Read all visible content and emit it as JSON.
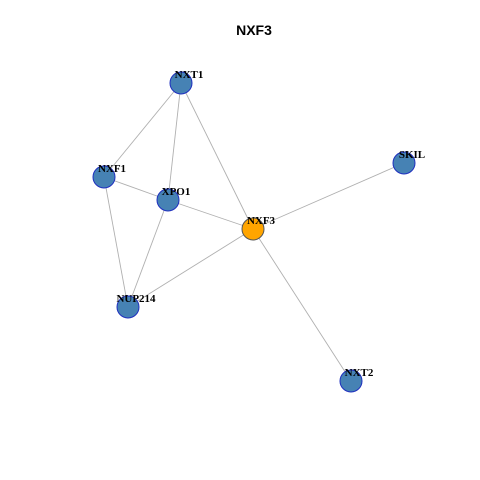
{
  "title": "NXF3",
  "colors": {
    "center_node": "#ffa500",
    "center_stroke": "#555555",
    "neighbor_node": "#4682b4",
    "neighbor_stroke": "#1f2fbf",
    "edge": "#b0b0b0"
  },
  "nodes": [
    {
      "id": "NXT1",
      "label": "NXT1",
      "role": "neighbor"
    },
    {
      "id": "SKIL",
      "label": "SKIL",
      "role": "neighbor"
    },
    {
      "id": "NXF1",
      "label": "NXF1",
      "role": "neighbor"
    },
    {
      "id": "XPO1",
      "label": "XPO1",
      "role": "neighbor"
    },
    {
      "id": "NXF3",
      "label": "NXF3",
      "role": "center"
    },
    {
      "id": "NUP214",
      "label": "NUP214",
      "role": "neighbor"
    },
    {
      "id": "NXT2",
      "label": "NXT2",
      "role": "neighbor"
    }
  ],
  "edges": [
    [
      "NXT1",
      "NXF1"
    ],
    [
      "NXT1",
      "XPO1"
    ],
    [
      "NXT1",
      "NXF3"
    ],
    [
      "NXF1",
      "XPO1"
    ],
    [
      "NXF1",
      "NUP214"
    ],
    [
      "XPO1",
      "NXF3"
    ],
    [
      "XPO1",
      "NUP214"
    ],
    [
      "NXF3",
      "NUP214"
    ],
    [
      "NXF3",
      "SKIL"
    ],
    [
      "NXF3",
      "NXT2"
    ]
  ]
}
